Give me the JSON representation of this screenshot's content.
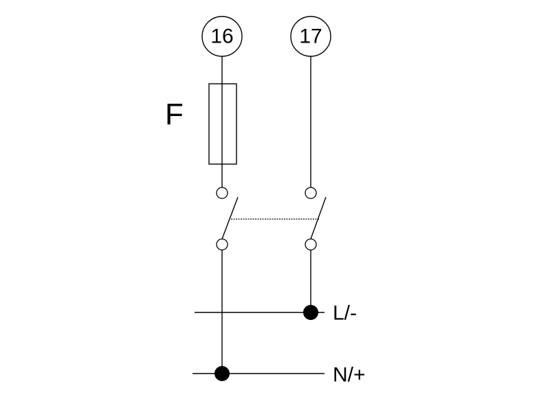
{
  "diagram": {
    "terminals": {
      "left": {
        "label": "16"
      },
      "right": {
        "label": "17"
      }
    },
    "fuse": {
      "label": "F"
    },
    "rails": {
      "line": {
        "label": "L/-"
      },
      "neutral": {
        "label": "N/+"
      }
    },
    "colors": {
      "stroke": "#000000",
      "background": "#ffffff"
    }
  }
}
